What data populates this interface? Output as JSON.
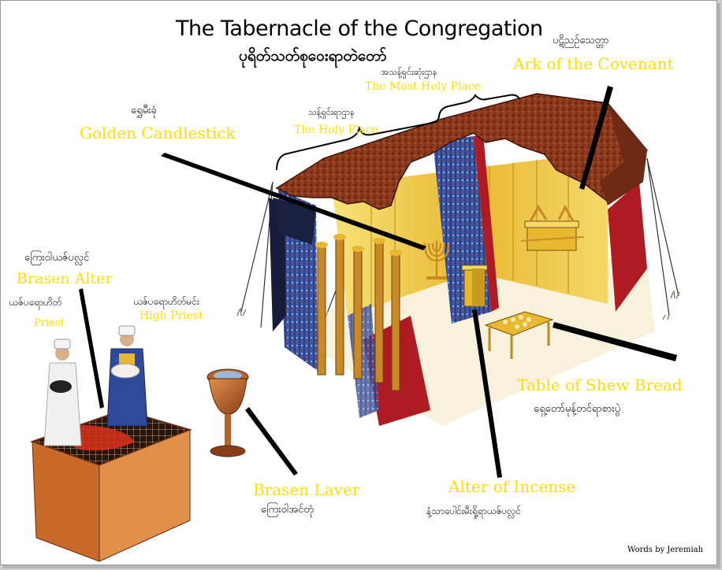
{
  "title": "The Tabernacle of the Congregation",
  "title_burmese": "ပုရိတ်သတ်စုဝေးရာတဲတော်",
  "credit": "Words by Jeremiah",
  "colors": {
    "label_english": "#ffdd00",
    "label_burmese": "#111111",
    "tent_covering": "#8e3a1e",
    "gold": "#e8b830",
    "curtain_blue": "#3b5aa8",
    "curtain_red": "#b01a22",
    "bronze": "#b5652b"
  },
  "labels": {
    "ark": {
      "english": "Ark of the Covenant",
      "burmese": "ပဋိညဉ်သေတ္တာ"
    },
    "most_holy": {
      "english": "The Most Holy Place",
      "burmese": "အသန့်ရှင်းဆုံးဌာန"
    },
    "holy": {
      "english": "The Holy Place",
      "burmese": "သန့်ရှင်းရာဌာန"
    },
    "candlestick": {
      "english": "Golden Candlestick",
      "burmese": "ရွှေမီးခုံ"
    },
    "brasen_altar": {
      "english": "Brasen Alter",
      "burmese": "ကြေးဝါယဇ်ပလ္လင်"
    },
    "priest": {
      "english": "Priest",
      "burmese": "ယဇ်ပရောဟိတ်"
    },
    "high_priest": {
      "english": "High Priest",
      "burmese": "ယဇ်ပရောဟိတ်မင်း"
    },
    "shew_bread": {
      "english": "Table of Shew Bread",
      "burmese": "ရှေ့တော်မုန့်တင်ရာစားပွဲ"
    },
    "brasen_laver": {
      "english": "Brasen Laver",
      "burmese": "ကြေးဝါအင်တုံ"
    },
    "incense": {
      "english": "Alter of Incense",
      "burmese": "နံ့သာပေါင်းမီးရှို့ရာယဇ်ပလ္လင်"
    }
  }
}
